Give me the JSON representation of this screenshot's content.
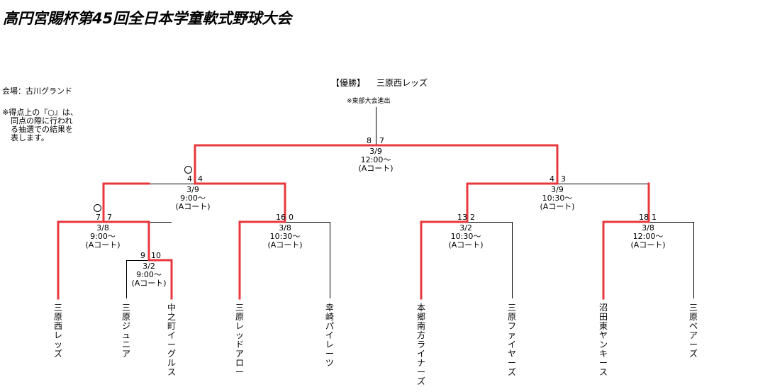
{
  "title": "高円宮賜杯第45回全日本学童軟式野球大会",
  "venue": "会場：古川グランド",
  "note_lines": [
    "※得点上の『○』は、",
    "同点の際に行われ",
    "る抽選での結果を",
    "表します。"
  ],
  "winner": {
    "label": "【優勝】",
    "team": "三原西レッズ"
  },
  "east_note": "※東部大会進出",
  "teams": [
    "三原西レッズ",
    "三原ジュニア",
    "中之町イーグルス",
    "三原レッドアロー",
    "幸崎パイレーツ",
    "本郷南方ライナーズ",
    "三原ファイヤーズ",
    "沼田東ヤンキース",
    "三原ベアーズ"
  ],
  "matches": {
    "m_pre": {
      "left_score": "9",
      "right_score": "10",
      "date": "3/2",
      "time": "9:00～",
      "court": "(Aコート)"
    },
    "m_q1": {
      "left_score": "7",
      "right_score": "7",
      "date": "3/8",
      "time": "9:00～",
      "court": "(Aコート)",
      "lottery_mark": "○"
    },
    "m_q2": {
      "left_score": "16",
      "right_score": "0",
      "date": "3/8",
      "time": "10:30～",
      "court": "(Aコート)"
    },
    "m_q3": {
      "left_score": "13",
      "right_score": "2",
      "date": "3/2",
      "time": "10:30～",
      "court": "(Aコート)"
    },
    "m_q4": {
      "left_score": "18",
      "right_score": "1",
      "date": "3/8",
      "time": "12:00～",
      "court": "(Aコート)"
    },
    "m_s1": {
      "left_score": "4",
      "right_score": "4",
      "date": "3/9",
      "time": "9:00～",
      "court": "(Aコート)",
      "lottery_mark": "○"
    },
    "m_s2": {
      "left_score": "4",
      "right_score": "3",
      "date": "3/9",
      "time": "10:30～",
      "court": "(Aコート)"
    },
    "m_final": {
      "left_score": "8",
      "right_score": "7",
      "date": "3/9",
      "time": "12:00～",
      "court": "(Aコート)"
    }
  },
  "colors": {
    "winner_line": "#e8383d",
    "line": "#000000"
  }
}
